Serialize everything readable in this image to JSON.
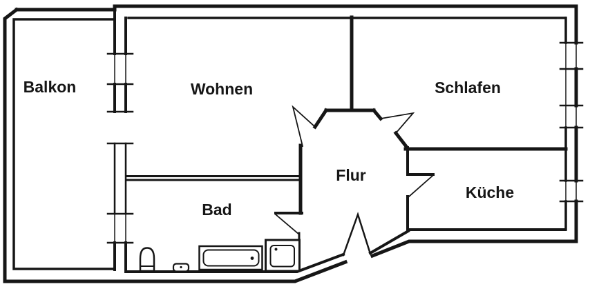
{
  "rooms": [
    {
      "id": "balkon",
      "name": "Balkon"
    },
    {
      "id": "wohnen",
      "name": "Wohnen"
    },
    {
      "id": "schlafen",
      "name": "Schlafen"
    },
    {
      "id": "flur",
      "name": "Flur"
    },
    {
      "id": "bad",
      "name": "Bad"
    },
    {
      "id": "kueche",
      "name": "Küche"
    }
  ],
  "fixtures": [
    {
      "icon": "toilet-icon"
    },
    {
      "icon": "bidet-icon"
    },
    {
      "icon": "bathtub-icon"
    },
    {
      "icon": "washbasin-icon"
    }
  ],
  "colors": {
    "line": "#161616",
    "background": "#ffffff"
  }
}
